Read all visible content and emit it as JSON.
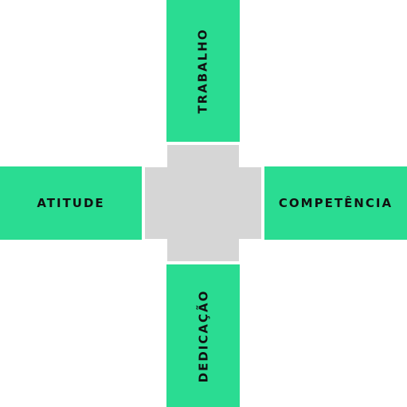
{
  "diagram": {
    "colors": {
      "arm": "#2adc92",
      "center": "#d6d6d6",
      "text": "#111111"
    },
    "arms": {
      "top": {
        "label": "TRABALHO"
      },
      "left": {
        "label": "ATITUDE"
      },
      "right": {
        "label": "COMPETÊNCIA"
      },
      "bottom": {
        "label": "DEDICAÇÃO"
      }
    }
  }
}
